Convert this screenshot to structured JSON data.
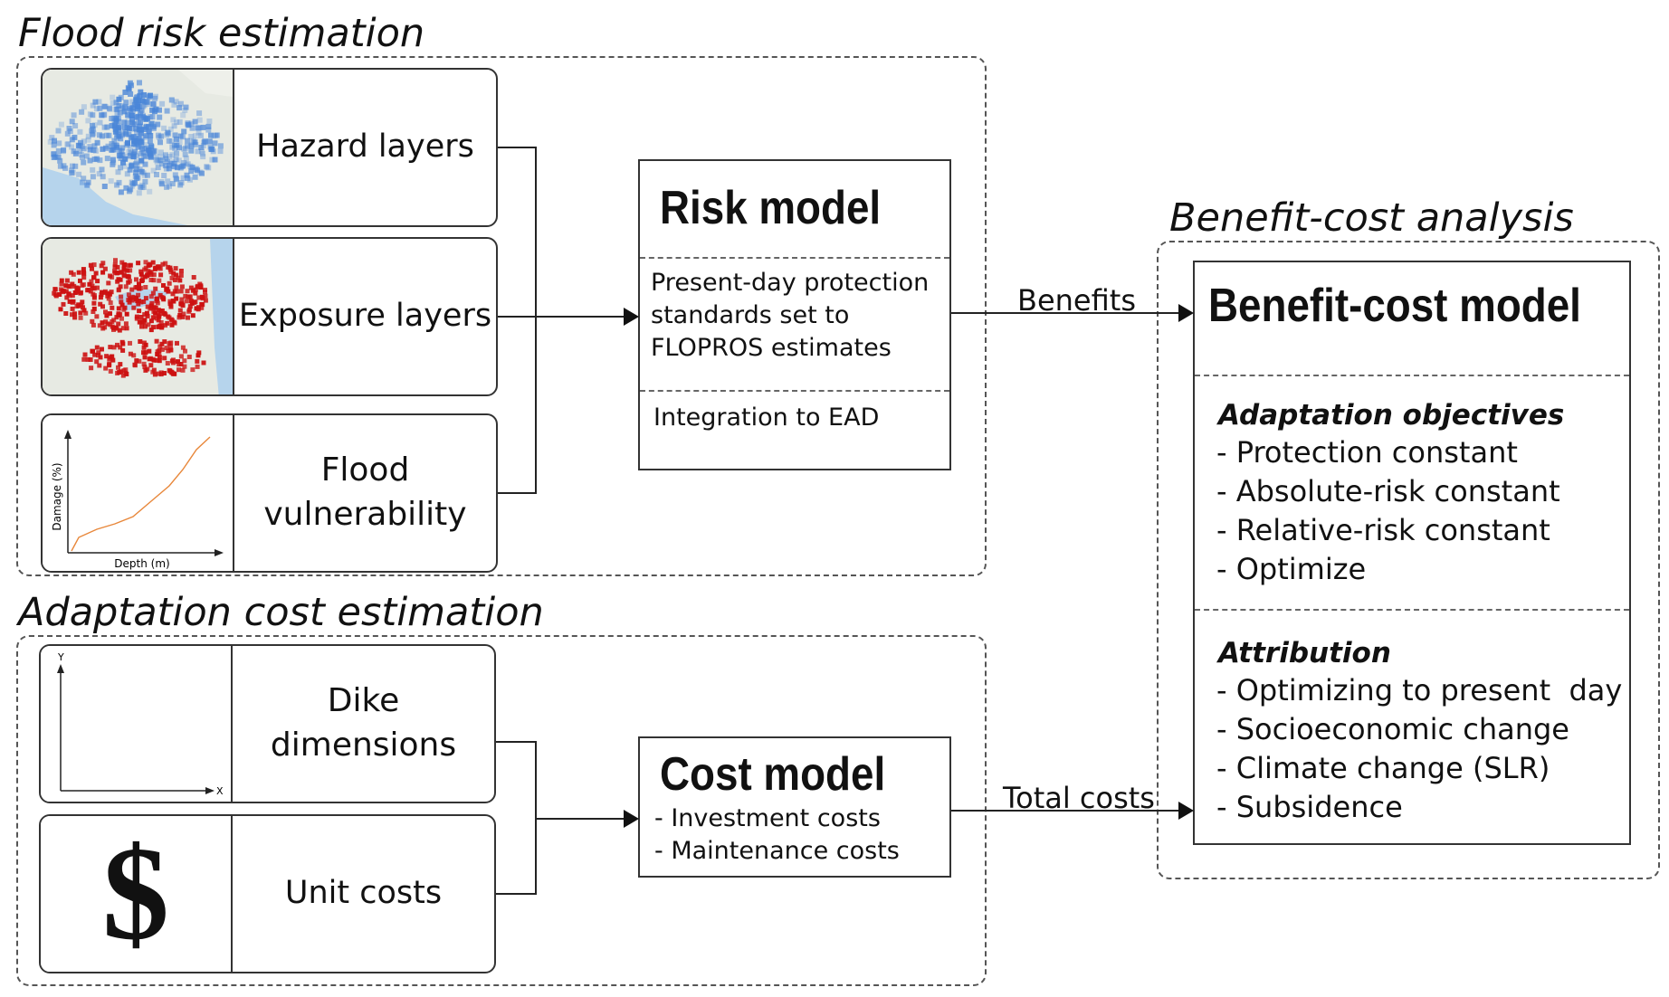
{
  "flood_risk": {
    "title": "Flood risk estimation",
    "inputs": [
      {
        "label": "Hazard layers"
      },
      {
        "label": "Exposure layers"
      },
      {
        "label": "Flood vulnerability"
      }
    ],
    "vulnerability_plot": {
      "y_label": "Damage (%)",
      "x_label": "Depth (m)",
      "curve_color": "#e8873a"
    }
  },
  "adaptation_cost": {
    "title": "Adaptation cost estimation",
    "inputs": [
      {
        "label": "Dike dimensions"
      },
      {
        "label": "Unit costs"
      }
    ],
    "dike_axes": {
      "y_label": "Y",
      "x_label": "X"
    },
    "unit_cost_symbol": "$"
  },
  "risk_model": {
    "title": "Risk model",
    "step1": "Present-day protection standards set to FLOPROS estimates",
    "step2": "Integration to EAD"
  },
  "cost_model": {
    "title": "Cost model",
    "items": [
      "- Investment costs",
      "- Maintenance costs"
    ]
  },
  "benefit_cost": {
    "title": "Benefit-cost analysis",
    "model_title": "Benefit-cost model",
    "adaptation_heading": "Adaptation objectives",
    "adaptation_items": [
      "- Protection constant",
      "- Absolute-risk constant",
      "- Relative-risk constant",
      "- Optimize"
    ],
    "attribution_heading": "Attribution",
    "attribution_items": [
      "- Optimizing to present  day",
      "- Socioeconomic change",
      "- Climate change (SLR)",
      "- Subsidence"
    ]
  },
  "edges": {
    "benefits": "Benefits",
    "total_costs": "Total costs"
  },
  "colors": {
    "hazard": "#4a86d8",
    "exposure": "#cc1111",
    "map_land": "#e7eae3",
    "map_water": "#b6d4ec"
  }
}
